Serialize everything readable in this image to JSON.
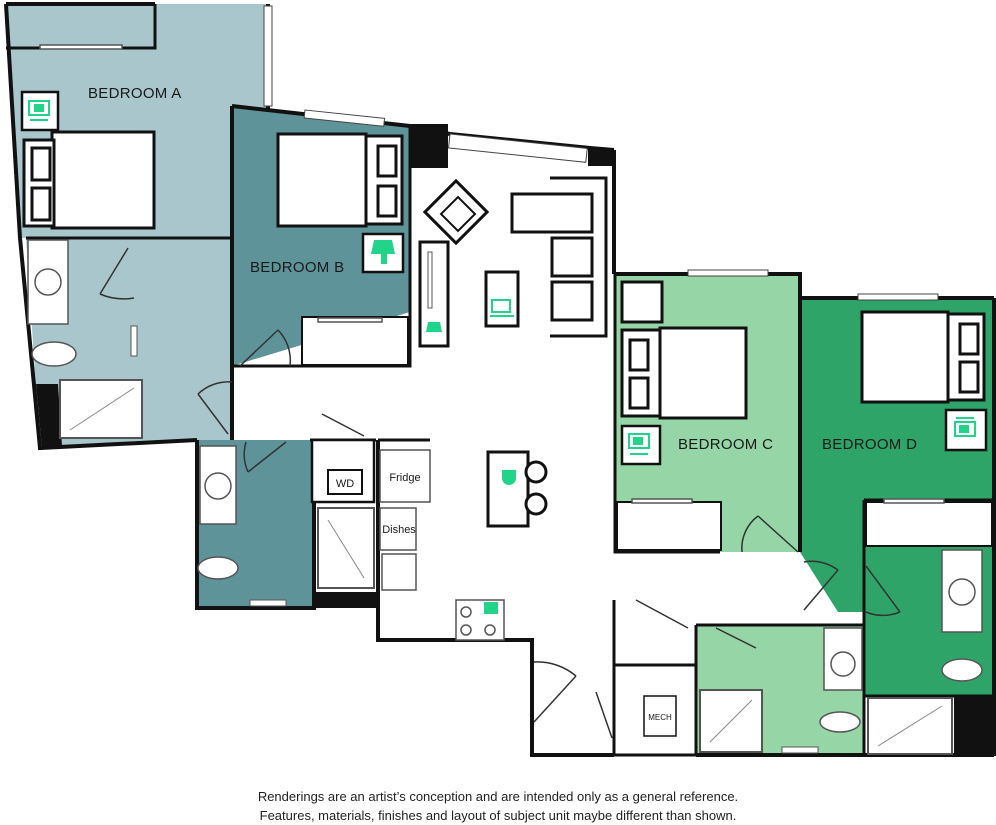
{
  "rooms": {
    "bedroom_a": "BEDROOM  A",
    "bedroom_b": "BEDROOM B",
    "bedroom_c": "BEDROOM C",
    "bedroom_d": "BEDROOM D"
  },
  "appliances": {
    "washer_dryer": "WD",
    "fridge": "Fridge",
    "dishwasher": "Dishes",
    "mechanical": "MECH"
  },
  "disclaimer": {
    "line1": "Renderings are an artist’s conception and are intended only as a general reference.",
    "line2": "Features, materials, finishes and layout of subject unit maybe different than shown."
  },
  "colors": {
    "bedroom_a": "#a9c6cc",
    "bedroom_b": "#5e9399",
    "bedroom_c": "#95d5a6",
    "bedroom_d": "#2fa468",
    "icon_accent": "#22d48a",
    "wall": "#111111"
  }
}
